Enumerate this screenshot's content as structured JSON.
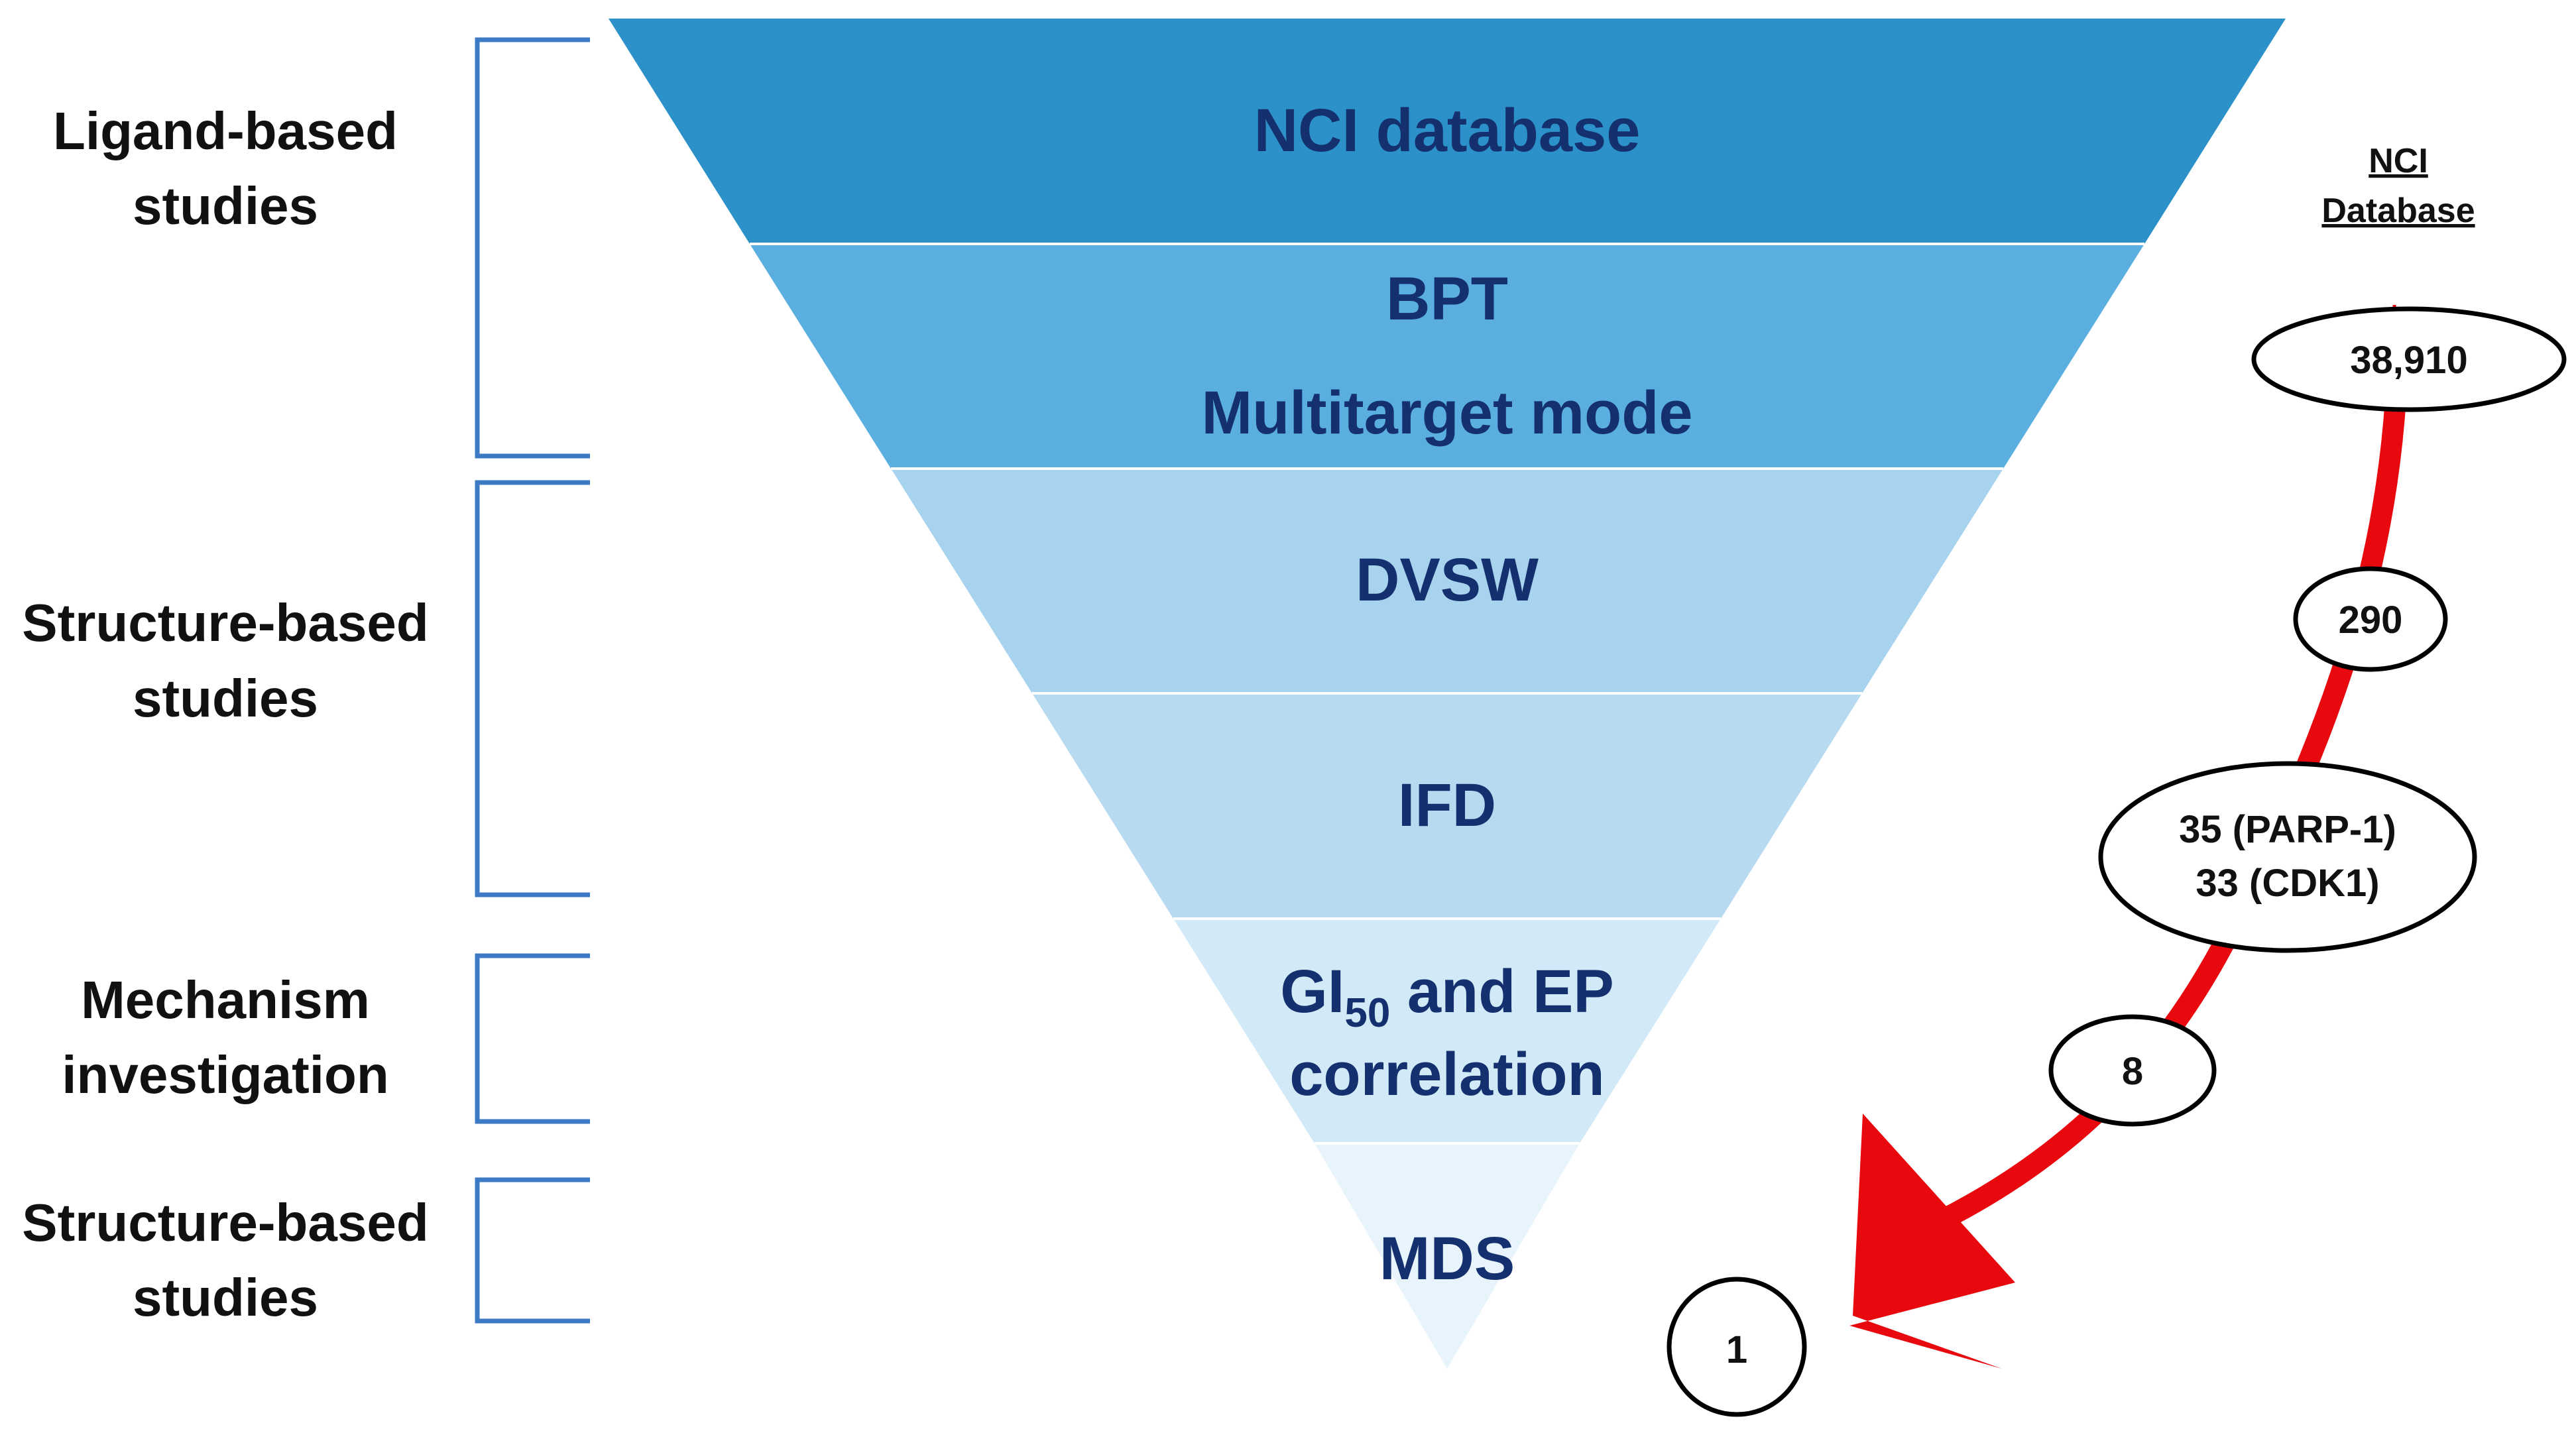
{
  "funnel": {
    "colors": [
      "#2b91c8",
      "#5aafe0",
      "#a8d3ee",
      "#b7daf1",
      "#d2e9f7",
      "#e8f4fb"
    ],
    "stages": [
      {
        "lines": [
          "NCI database"
        ]
      },
      {
        "lines": [
          "BPT",
          "Multitarget mode"
        ]
      },
      {
        "lines": [
          "DVSW"
        ]
      },
      {
        "lines": [
          "IFD"
        ]
      },
      {
        "lines": [
          "GI",
          "50",
          " and EP",
          "correlation"
        ]
      },
      {
        "lines": [
          "MDS"
        ]
      }
    ]
  },
  "side_labels": [
    [
      "Ligand-based",
      "studies"
    ],
    [
      "Structure-based",
      "studies"
    ],
    [
      "Mechanism",
      "investigation"
    ],
    [
      "Structure-based",
      "studies"
    ]
  ],
  "pipeline": {
    "source": [
      "NCI",
      "Database"
    ],
    "counts": [
      "38,910",
      "290",
      "35 (PARP-1)",
      "33 (CDK1)",
      "8",
      "1"
    ],
    "arrow_color": "#e8090f"
  }
}
